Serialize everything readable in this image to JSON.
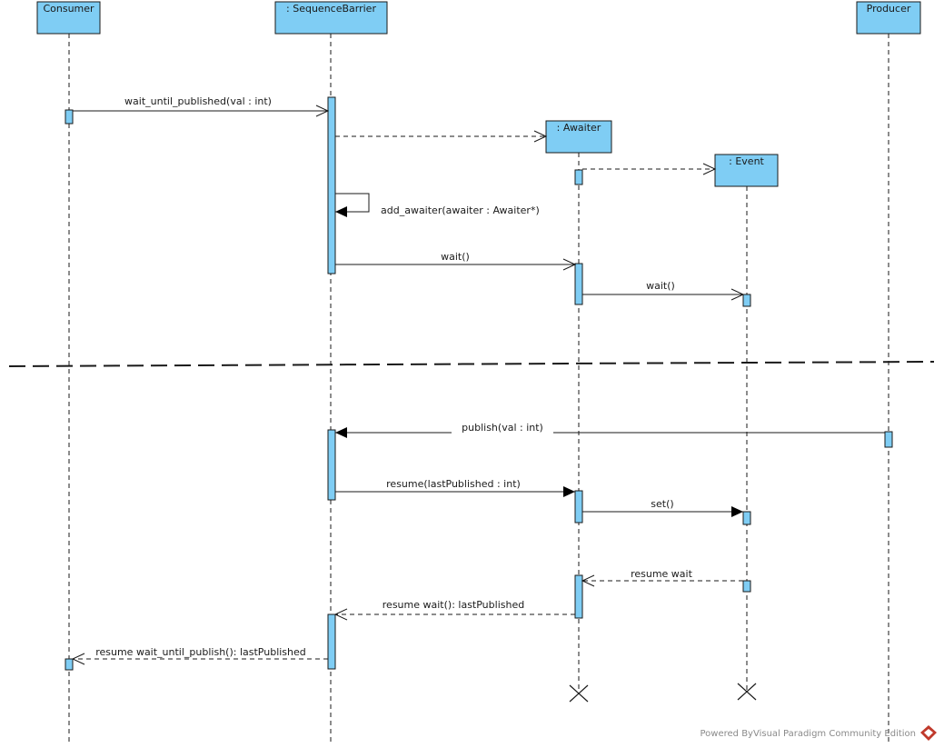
{
  "lifelines": [
    {
      "id": "consumer",
      "name": "Consumer"
    },
    {
      "id": "barrier",
      "name": ": SequenceBarrier"
    },
    {
      "id": "awaiter",
      "name": ": Awaiter"
    },
    {
      "id": "event",
      "name": ": Event"
    },
    {
      "id": "producer",
      "name": "Producer"
    }
  ],
  "messages": [
    {
      "id": "m1",
      "label": "wait_until_published(val : int)",
      "from": "consumer",
      "to": "barrier",
      "style": "sync-open"
    },
    {
      "id": "m2",
      "label": "",
      "from": "barrier",
      "to": "awaiter",
      "style": "create"
    },
    {
      "id": "m3",
      "label": "",
      "from": "awaiter",
      "to": "event",
      "style": "create"
    },
    {
      "id": "m4",
      "label": "add_awaiter(awaiter : Awaiter*)",
      "from": "barrier",
      "to": "barrier",
      "style": "self"
    },
    {
      "id": "m5",
      "label": "wait()",
      "from": "barrier",
      "to": "awaiter",
      "style": "sync-open"
    },
    {
      "id": "m6",
      "label": "wait()",
      "from": "awaiter",
      "to": "event",
      "style": "sync-open"
    },
    {
      "id": "m7",
      "label": "publish(val : int)",
      "from": "producer",
      "to": "barrier",
      "style": "sync-filled"
    },
    {
      "id": "m8",
      "label": "resume(lastPublished : int)",
      "from": "barrier",
      "to": "awaiter",
      "style": "sync-filled"
    },
    {
      "id": "m9",
      "label": "set()",
      "from": "awaiter",
      "to": "event",
      "style": "sync-filled"
    },
    {
      "id": "m10",
      "label": "resume wait",
      "from": "event",
      "to": "awaiter",
      "style": "return"
    },
    {
      "id": "m11",
      "label": "resume wait(): lastPublished",
      "from": "awaiter",
      "to": "barrier",
      "style": "return"
    },
    {
      "id": "m12",
      "label": "resume wait_until_publish(): lastPublished",
      "from": "barrier",
      "to": "consumer",
      "style": "return"
    }
  ],
  "destroyed": [
    "awaiter",
    "event"
  ],
  "watermark": "Powered By⁠Visual Paradigm Community Edition",
  "colors": {
    "fill": "#7fcdf4",
    "stroke": "#1a1a1a",
    "brand": "#c0392b"
  }
}
